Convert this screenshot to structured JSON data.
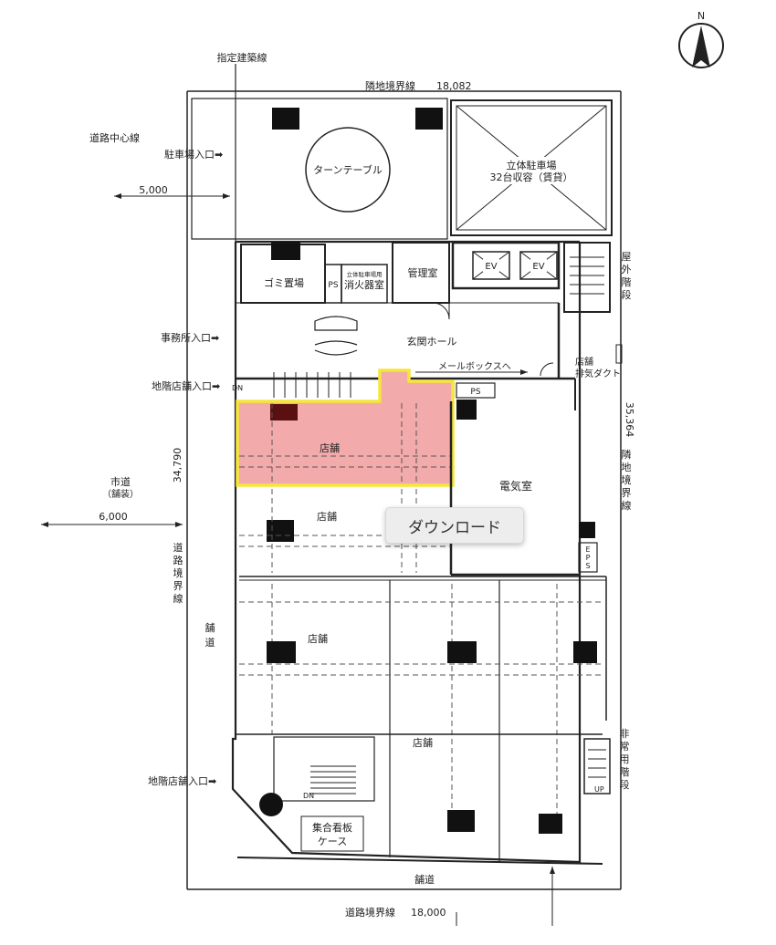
{
  "labels": {
    "north": "N",
    "designated_line": "指定建築線",
    "neighbor_boundary_top": "隣地境界線",
    "dim_top": "18,082",
    "road_center": "道路中心線",
    "parking_entrance": "駐車場入口➡",
    "dim_5000": "5,000",
    "turntable": "ターンテーブル",
    "parking_line1": "立体駐車場",
    "parking_line2": "32台収容（賃貸）",
    "garbage": "ゴミ置場",
    "ps": "PS",
    "fire_small": "立体駐車場用",
    "fire_main": "消火器室",
    "management": "管理室",
    "ev": "EV",
    "outdoor_stairs": [
      "屋",
      "外",
      "階",
      "段"
    ],
    "office_entrance": "事務所入口➡",
    "lobby": "玄関ホール",
    "mailbox": "メールボックスへ",
    "shop_exhaust1": "店舗",
    "shop_exhaust2": "排気ダクト",
    "underground_entrance1": "地階店舗入口➡",
    "dn": "DN",
    "up": "UP",
    "shop": "店舗",
    "dim_side": "34,790",
    "dim_right": "35,364",
    "neighbor_boundary_right": [
      "隣",
      "地",
      "境",
      "界",
      "線"
    ],
    "city_road1": "市道",
    "city_road2": "（舗装）",
    "dim_6000": "6,000",
    "electric_room": "電気室",
    "eps": [
      "E",
      "P",
      "S"
    ],
    "road_boundary_left": [
      "道",
      "路",
      "境",
      "界",
      "線"
    ],
    "sidewalk_left": [
      "舗",
      "道"
    ],
    "emergency_stairs": [
      "非",
      "常",
      "用",
      "階",
      "段"
    ],
    "underground_entrance2": "地階店舗入口➡",
    "signboard1": "集合看板",
    "signboard2": "ケース",
    "sidewalk_bottom": "舗道",
    "road_boundary_bottom": "道路境界線",
    "dim_bottom": "18,000"
  },
  "tooltip": {
    "label": "ダウンロード"
  },
  "colors": {
    "highlight_fill": "#f2aaaa",
    "highlight_border": "#f5e63a",
    "line": "#222222"
  }
}
